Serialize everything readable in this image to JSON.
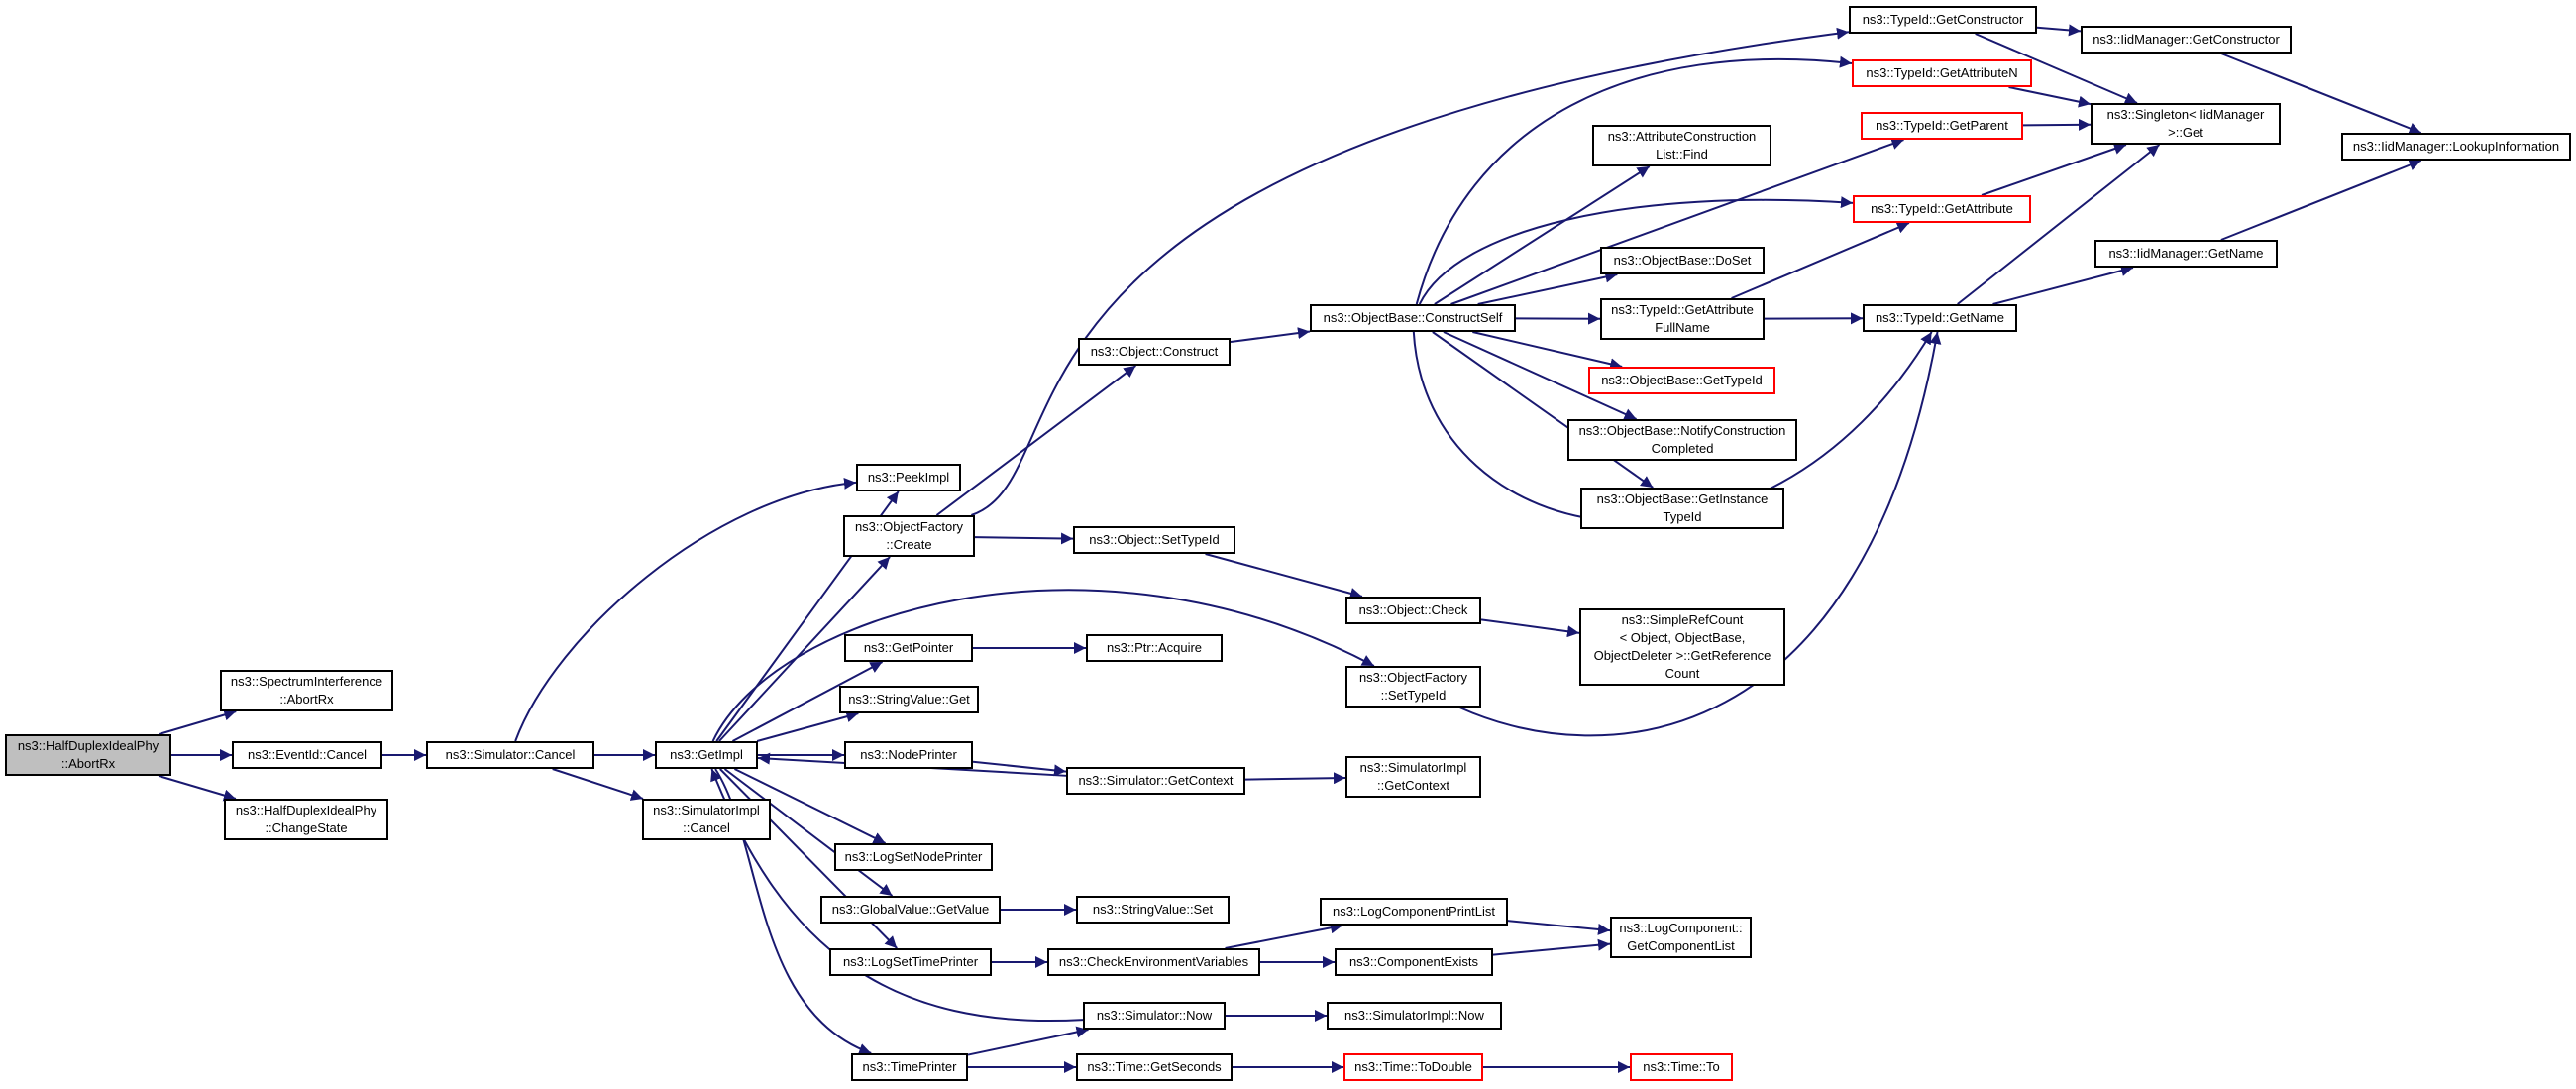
{
  "colors": {
    "edge": "#191970",
    "node_border": "#000000",
    "truncated_border": "#ff0000",
    "focus_fill": "#bfbfbf"
  },
  "nodes": {
    "abortrx": [
      "ns3::HalfDuplexIdealPhy",
      "::AbortRx"
    ],
    "spectrum_abortrx": [
      "ns3::SpectrumInterference",
      "::AbortRx"
    ],
    "eventid_cancel": [
      "ns3::EventId::Cancel"
    ],
    "changestate": [
      "ns3::HalfDuplexIdealPhy",
      "::ChangeState"
    ],
    "sim_cancel": [
      "ns3::Simulator::Cancel"
    ],
    "getimpl": [
      "ns3::GetImpl"
    ],
    "simimpl_cancel": [
      "ns3::SimulatorImpl",
      "::Cancel"
    ],
    "peekimpl": [
      "ns3::PeekImpl"
    ],
    "of_create": [
      "ns3::ObjectFactory",
      "::Create"
    ],
    "getpointer": [
      "ns3::GetPointer"
    ],
    "stringvalue_get": [
      "ns3::StringValue::Get"
    ],
    "nodeprinter": [
      "ns3::NodePrinter"
    ],
    "logsetnodeprinter": [
      "ns3::LogSetNodePrinter"
    ],
    "gv_getvalue": [
      "ns3::GlobalValue::GetValue"
    ],
    "logsettimeprinter": [
      "ns3::LogSetTimePrinter"
    ],
    "timeprinter": [
      "ns3::TimePrinter"
    ],
    "obj_construct": [
      "ns3::Object::Construct"
    ],
    "obj_settypeid": [
      "ns3::Object::SetTypeId"
    ],
    "ptr_acquire": [
      "ns3::Ptr::Acquire"
    ],
    "sim_getcontext": [
      "ns3::Simulator::GetContext"
    ],
    "stringvalue_set": [
      "ns3::StringValue::Set"
    ],
    "checkenv": [
      "ns3::CheckEnvironmentVariables"
    ],
    "sim_now": [
      "ns3::Simulator::Now"
    ],
    "time_getseconds": [
      "ns3::Time::GetSeconds"
    ],
    "ob_constructself": [
      "ns3::ObjectBase::ConstructSelf"
    ],
    "obj_check": [
      "ns3::Object::Check"
    ],
    "of_settypeid": [
      "ns3::ObjectFactory",
      "::SetTypeId"
    ],
    "simimpl_getcontext": [
      "ns3::SimulatorImpl",
      "::GetContext"
    ],
    "logcomp_printlist": [
      "ns3::LogComponentPrintList"
    ],
    "componentexists": [
      "ns3::ComponentExists"
    ],
    "simimpl_now": [
      "ns3::SimulatorImpl::Now"
    ],
    "time_todouble": [
      "ns3::Time::ToDouble"
    ],
    "tid_getconstructor": [
      "ns3::TypeId::GetConstructor"
    ],
    "tid_getattributen": [
      "ns3::TypeId::GetAttributeN"
    ],
    "tid_getparent": [
      "ns3::TypeId::GetParent"
    ],
    "acl_find": [
      "ns3::AttributeConstruction",
      "List::Find"
    ],
    "tid_getattribute": [
      "ns3::TypeId::GetAttribute"
    ],
    "ob_doset": [
      "ns3::ObjectBase::DoSet"
    ],
    "tid_getattributefullname": [
      "ns3::TypeId::GetAttribute",
      "FullName"
    ],
    "ob_gettypeid": [
      "ns3::ObjectBase::GetTypeId"
    ],
    "ob_notifyconstruction": [
      "ns3::ObjectBase::NotifyConstruction",
      "Completed"
    ],
    "ob_getinstancetypeid": [
      "ns3::ObjectBase::GetInstance",
      "TypeId"
    ],
    "simplerefcount": [
      "ns3::SimpleRefCount",
      "< Object, ObjectBase,",
      "ObjectDeleter >::GetReference",
      "Count"
    ],
    "logcomp_getlist": [
      "ns3::LogComponent::",
      "GetComponentList"
    ],
    "time_to": [
      "ns3::Time::To"
    ],
    "iid_getconstructor": [
      "ns3::IidManager::GetConstructor"
    ],
    "singleton_get": [
      "ns3::Singleton< IidManager",
      ">::Get"
    ],
    "tid_getname": [
      "ns3::TypeId::GetName"
    ],
    "iid_getname": [
      "ns3::IidManager::GetName"
    ],
    "iid_lookup": [
      "ns3::IidManager::LookupInformation"
    ]
  }
}
